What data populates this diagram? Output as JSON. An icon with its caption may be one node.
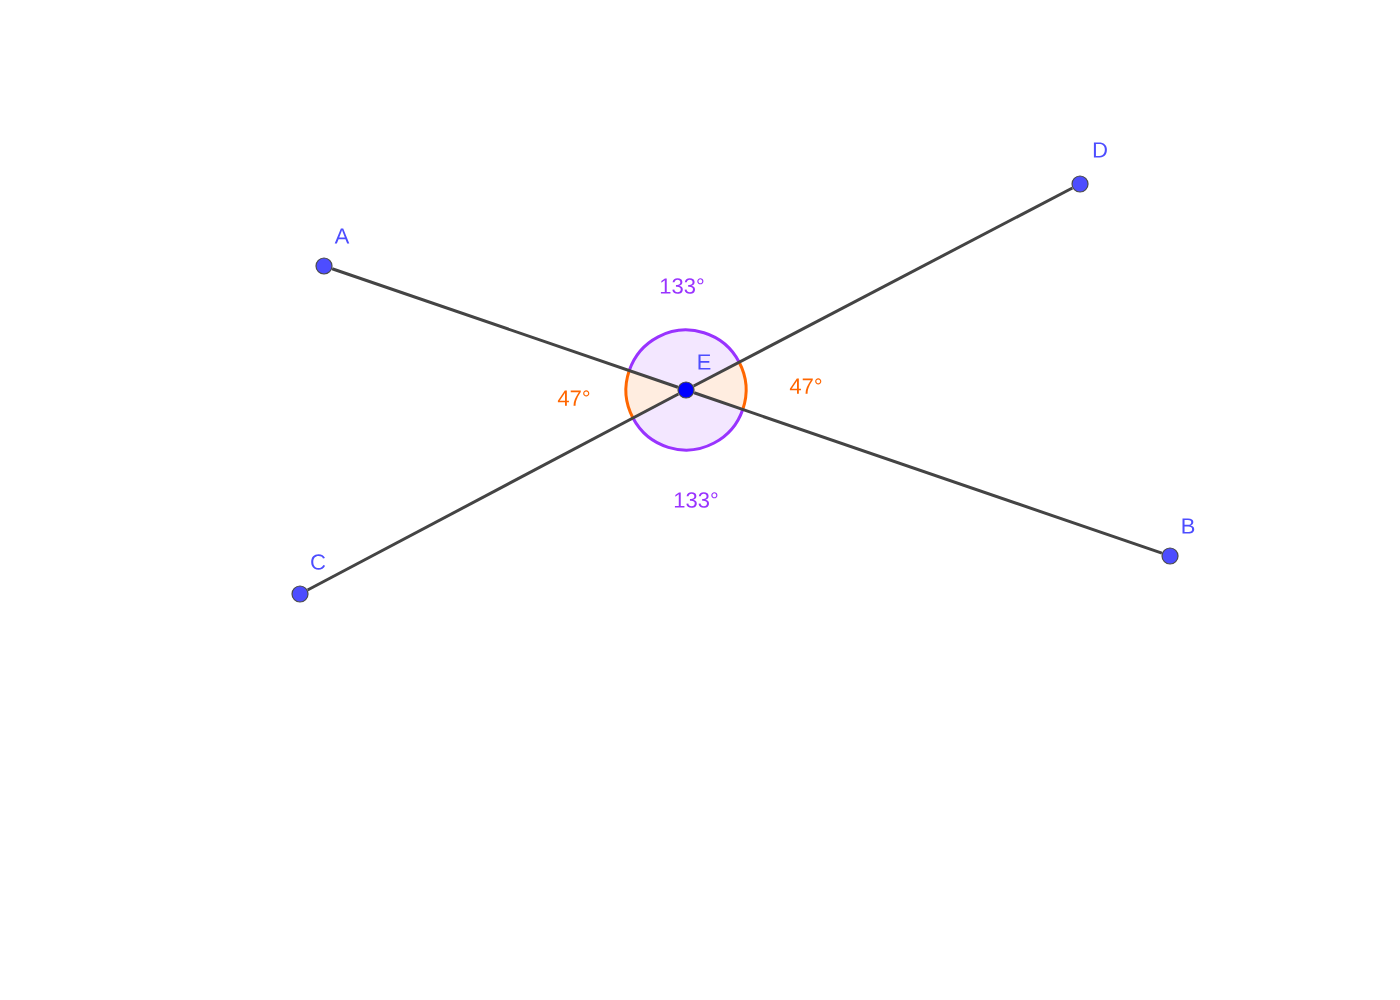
{
  "diagram": {
    "nodes": [
      {
        "text": [
          "A"
        ]
      },
      {
        "text": [
          "D"
        ]
      },
      {
        "text": [
          "E"
        ]
      },
      {
        "text": [
          "C"
        ]
      },
      {
        "text": [
          "B"
        ]
      }
    ],
    "edges": [
      {
        "from": 0,
        "to": 2,
        "arrow": "none"
      },
      {
        "from": 2,
        "to": 4,
        "arrow": "none"
      },
      {
        "from": 3,
        "to": 2,
        "arrow": "none"
      },
      {
        "from": 2,
        "to": 1,
        "arrow": "none"
      }
    ],
    "labels": [
      "133°",
      "47°",
      "47°",
      "133°"
    ]
  }
}
